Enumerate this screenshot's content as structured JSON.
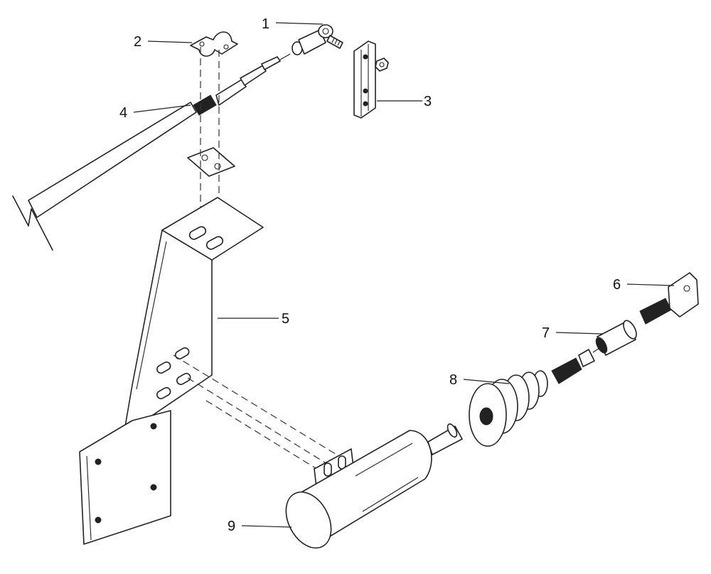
{
  "callouts": [
    {
      "id": "1",
      "label": "1"
    },
    {
      "id": "2",
      "label": "2"
    },
    {
      "id": "3",
      "label": "3"
    },
    {
      "id": "4",
      "label": "4"
    },
    {
      "id": "5",
      "label": "5"
    },
    {
      "id": "6",
      "label": "6"
    },
    {
      "id": "7",
      "label": "7"
    },
    {
      "id": "8",
      "label": "8"
    },
    {
      "id": "9",
      "label": "9"
    }
  ],
  "colors": {
    "line": "#222222",
    "background": "#ffffff"
  }
}
